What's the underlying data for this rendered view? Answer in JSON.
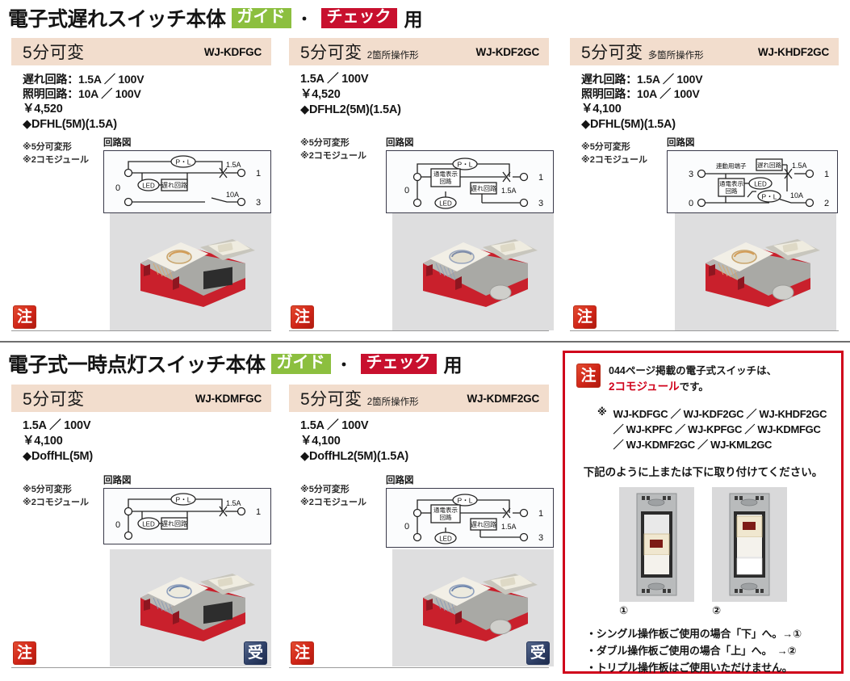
{
  "sections": [
    {
      "title": "電子式遅れスイッチ本体",
      "tag_green": "ガイド",
      "separator": "・",
      "tag_red": "チェック",
      "suffix": "用",
      "products": [
        {
          "name": "5分可変",
          "subtype": "",
          "code": "WJ-KDFGC",
          "specs": [
            "遅れ回路：1.5A ／ 100V",
            "照明回路：10A ／ 100V",
            "￥4,520",
            "◆DFHL(5M)(1.5A)"
          ],
          "notes": [
            "※5分可変形",
            "※2コモジュール"
          ],
          "circuit_label": "回路図",
          "circuit": {
            "terminals_left": [
              "0"
            ],
            "terminals_right": [
              "1",
              "3"
            ],
            "ratings": [
              "1.5A",
              "10A"
            ],
            "blocks": [
              "P・L",
              "LED",
              "遅れ回路"
            ]
          },
          "badges": [
            "注"
          ]
        },
        {
          "name": "5分可変",
          "subtype": "2箇所操作形",
          "code": "WJ-KDF2GC",
          "specs": [
            "1.5A ／ 100V",
            "￥4,520",
            "◆DFHL2(5M)(1.5A)"
          ],
          "notes": [
            "※5分可変形",
            "※2コモジュール"
          ],
          "circuit_label": "回路図",
          "circuit": {
            "terminals_left": [
              "0"
            ],
            "terminals_right": [
              "1",
              "3"
            ],
            "ratings": [
              "1.5A"
            ],
            "blocks": [
              "P・L",
              "通電表示回路",
              "LED",
              "遅れ回路"
            ]
          },
          "badges": [
            "注"
          ]
        },
        {
          "name": "5分可変",
          "subtype": "多箇所操作形",
          "code": "WJ-KHDF2GC",
          "specs": [
            "遅れ回路：1.5A ／ 100V",
            "照明回路：10A ／ 100V",
            "￥4,100",
            "◆DFHL(5M)(1.5A)"
          ],
          "notes": [
            "※5分可変形",
            "※2コモジュール"
          ],
          "circuit_label": "回路図",
          "circuit": {
            "terminals_left": [
              "3",
              "0"
            ],
            "terminals_right": [
              "1",
              "2"
            ],
            "ratings": [
              "1.5A",
              "10A"
            ],
            "blocks": [
              "連動用端子",
              "遅れ回路",
              "通電表示回路",
              "LED",
              "P・L"
            ]
          },
          "badges": [
            "注"
          ]
        }
      ]
    },
    {
      "title": "電子式一時点灯スイッチ本体",
      "tag_green": "ガイド",
      "separator": "・",
      "tag_red": "チェック",
      "suffix": "用",
      "products": [
        {
          "name": "5分可変",
          "subtype": "",
          "code": "WJ-KDMFGC",
          "specs": [
            "1.5A ／ 100V",
            "￥4,100",
            "◆DoffHL(5M)"
          ],
          "notes": [
            "※5分可変形",
            "※2コモジュール"
          ],
          "circuit_label": "回路図",
          "circuit": {
            "terminals_left": [
              "0"
            ],
            "terminals_right": [
              "1"
            ],
            "ratings": [
              "1.5A"
            ],
            "blocks": [
              "P・L",
              "LED",
              "遅れ回路"
            ]
          },
          "badges": [
            "注",
            "受"
          ]
        },
        {
          "name": "5分可変",
          "subtype": "2箇所操作形",
          "code": "WJ-KDMF2GC",
          "specs": [
            "1.5A ／ 100V",
            "￥4,100",
            "◆DoffHL2(5M)(1.5A)"
          ],
          "notes": [
            "※5分可変形",
            "※2コモジュール"
          ],
          "circuit_label": "回路図",
          "circuit": {
            "terminals_left": [
              "0"
            ],
            "terminals_right": [
              "1",
              "3"
            ],
            "ratings": [
              "1.5A"
            ],
            "blocks": [
              "P・L",
              "通電表示回路",
              "LED",
              "遅れ回路"
            ]
          },
          "badges": [
            "注",
            "受"
          ]
        }
      ]
    }
  ],
  "notebox": {
    "badge": "注",
    "line1": "044ページ掲載の電子式スイッチは、",
    "line2_red": "2コモジュール",
    "line2_black": "です。",
    "kome": "※",
    "code_lines": [
      "WJ-KDFGC ／ WJ-KDF2GC ／ WJ-KHDF2GC",
      "／ WJ-KPFC ／ WJ-KPFGC ／ WJ-KDMFGC",
      "／ WJ-KDMF2GC ／ WJ-KML2GC"
    ],
    "instruction": "下記のように上または下に取り付けてください。",
    "figures": [
      {
        "caption": "①",
        "position": "下"
      },
      {
        "caption": "②",
        "position": "上"
      }
    ],
    "bullets": [
      "・シングル操作板ご使用の場合「下」へ。→①",
      "・ダブル操作板ご使用の場合「上」へ。　→②",
      "・トリプル操作板はご使用いただけません。"
    ]
  },
  "colors": {
    "tag_green": "#8cbf3f",
    "tag_red": "#c8102e",
    "bar_beige": "#f2ddcd",
    "notebox_border": "#d0021b",
    "badge_chu": "#cf2417",
    "badge_uke": "#2e3f66",
    "photo_panel": "#dededf"
  }
}
